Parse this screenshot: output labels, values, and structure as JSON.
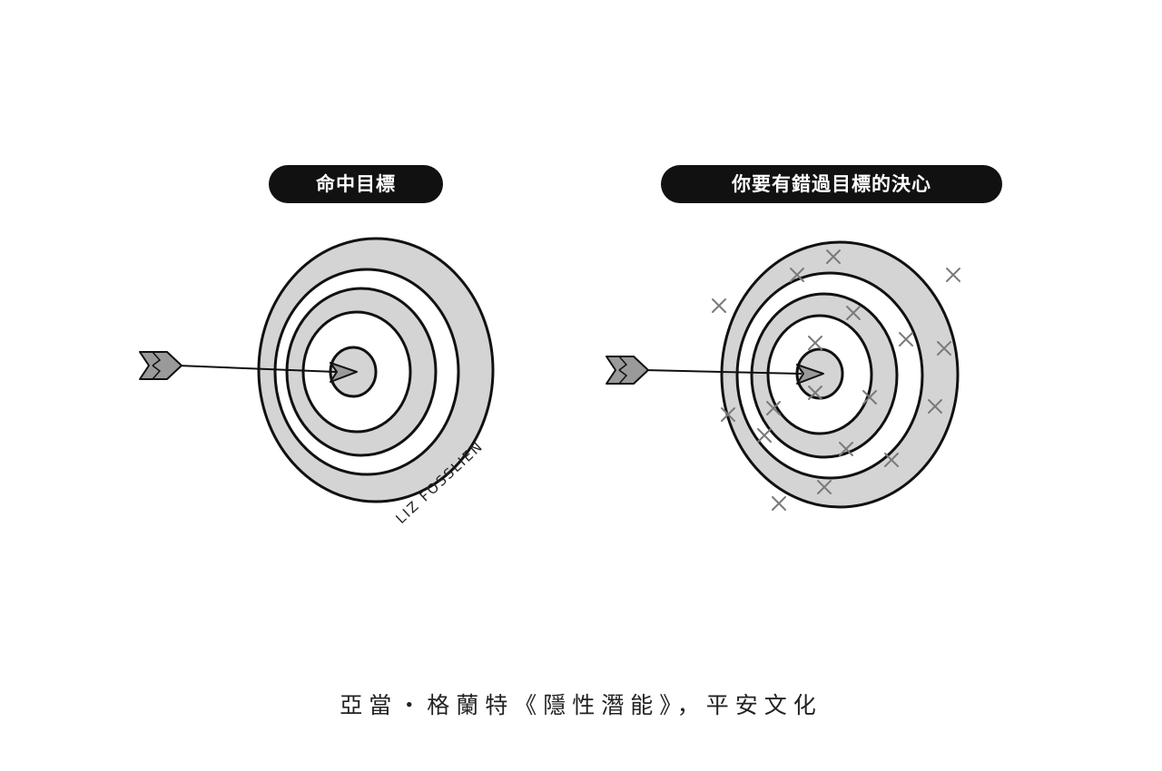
{
  "panels": [
    {
      "title": "命中目標"
    },
    {
      "title": "你要有錯過目標的決心"
    }
  ],
  "signature": "LIZ FOSSLIEN",
  "caption": "亞當・格蘭特《隱性潛能》，平安文化",
  "colors": {
    "ring_gray": "#d4d4d4",
    "ink": "#111111",
    "miss_mark": "#7a7a7a",
    "background": "#ffffff"
  }
}
